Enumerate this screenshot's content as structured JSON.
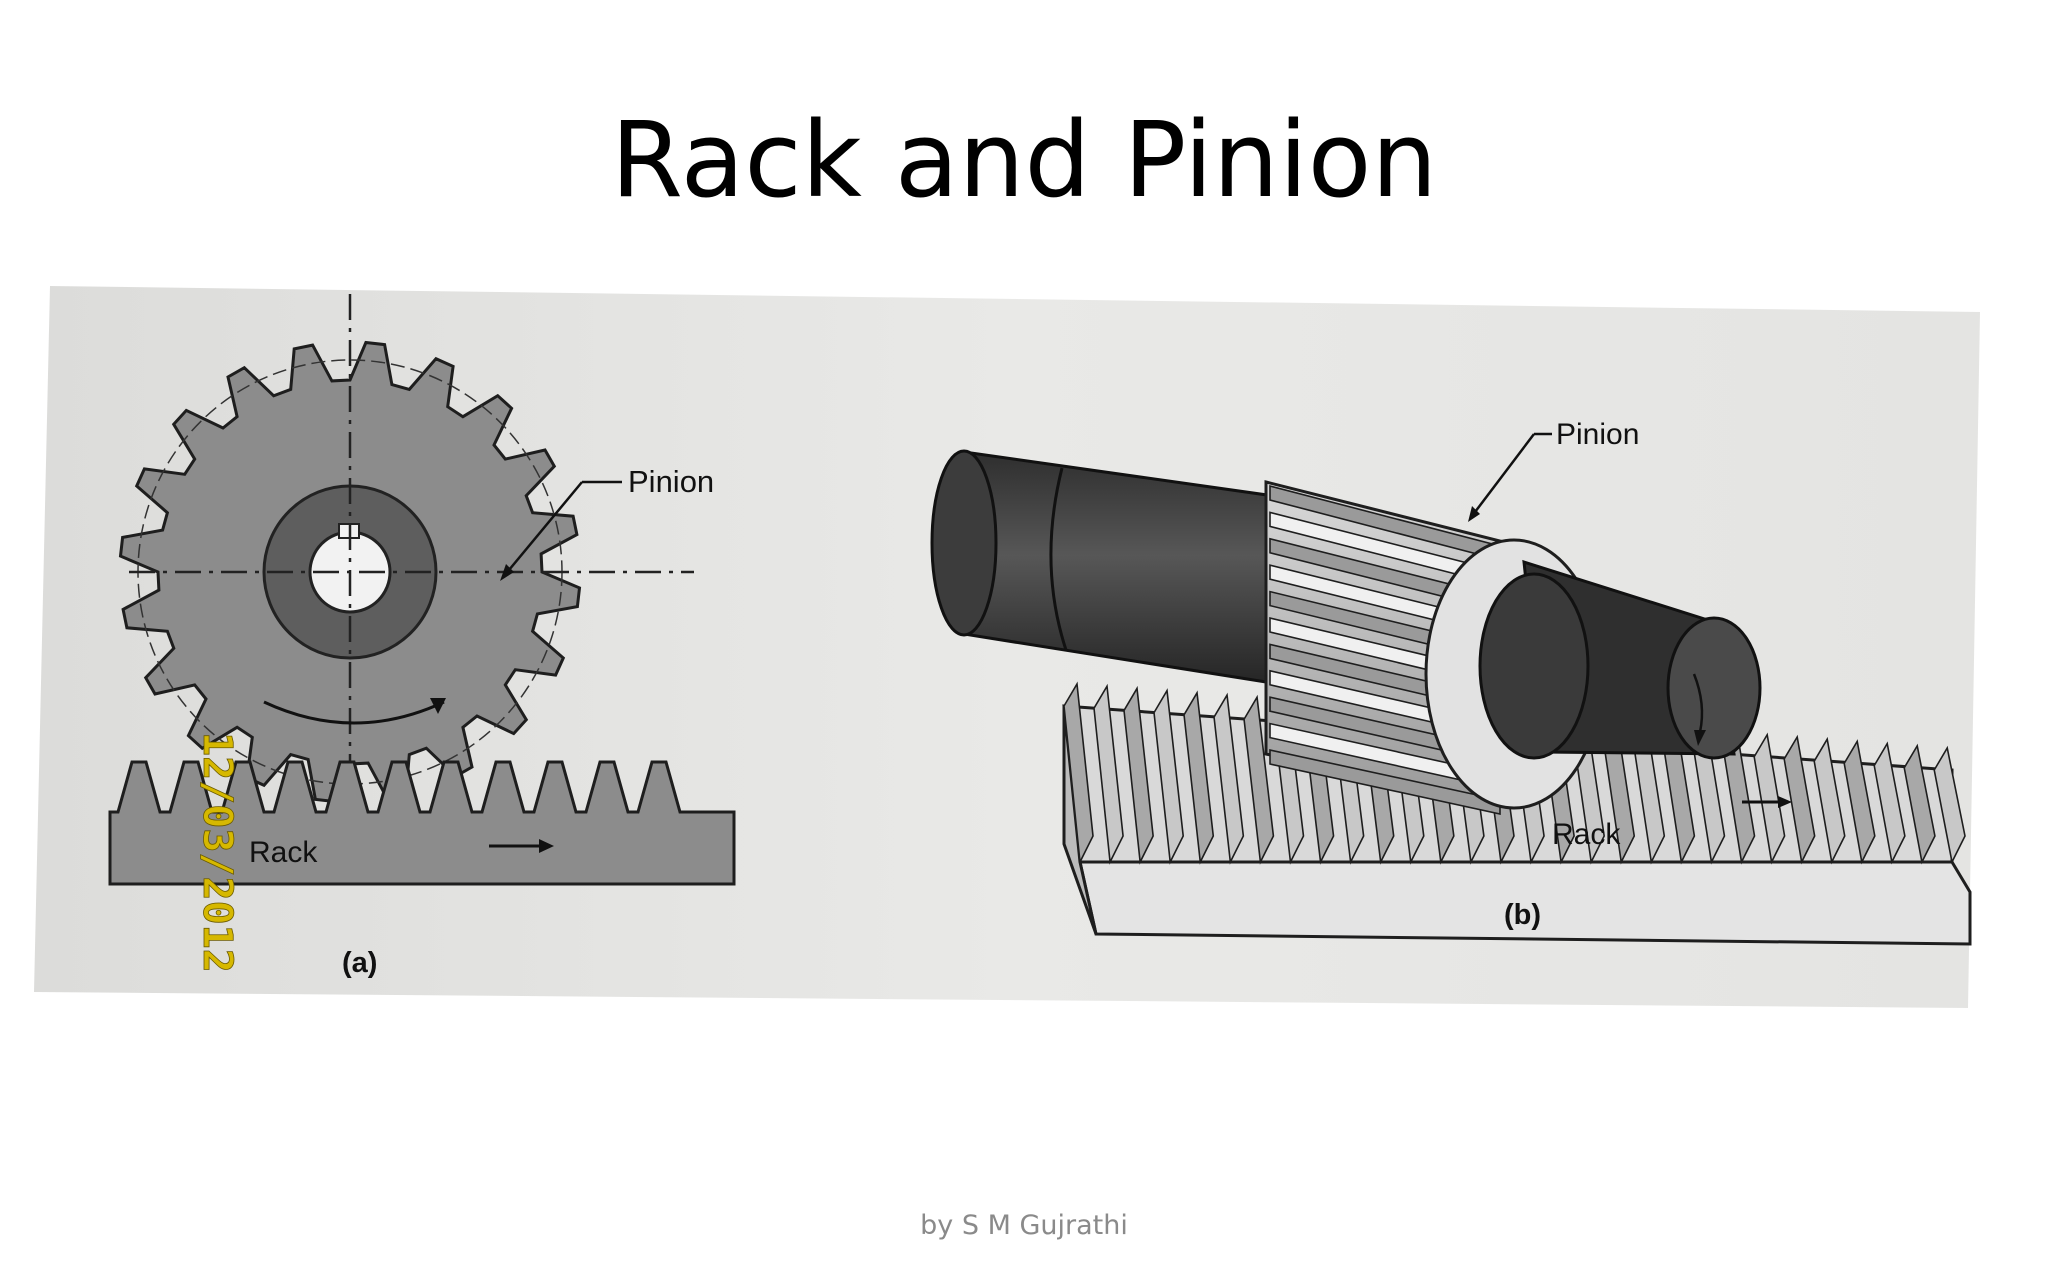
{
  "slide": {
    "title": "Rack and Pinion",
    "author": "by S M Gujrathi"
  },
  "figure": {
    "stamp_date": "12/03/2012",
    "panel_a": {
      "caption": "(a)",
      "pinion_label": "Pinion",
      "rack_label": "Rack"
    },
    "panel_b": {
      "caption": "(b)",
      "pinion_label": "Pinion",
      "rack_label": "Rack"
    }
  },
  "colors": {
    "paper": "#e6e6e4",
    "gear_fill": "#8c8c8c",
    "dark_metal": "#3a3a3a",
    "stamp": "#d6b800"
  }
}
